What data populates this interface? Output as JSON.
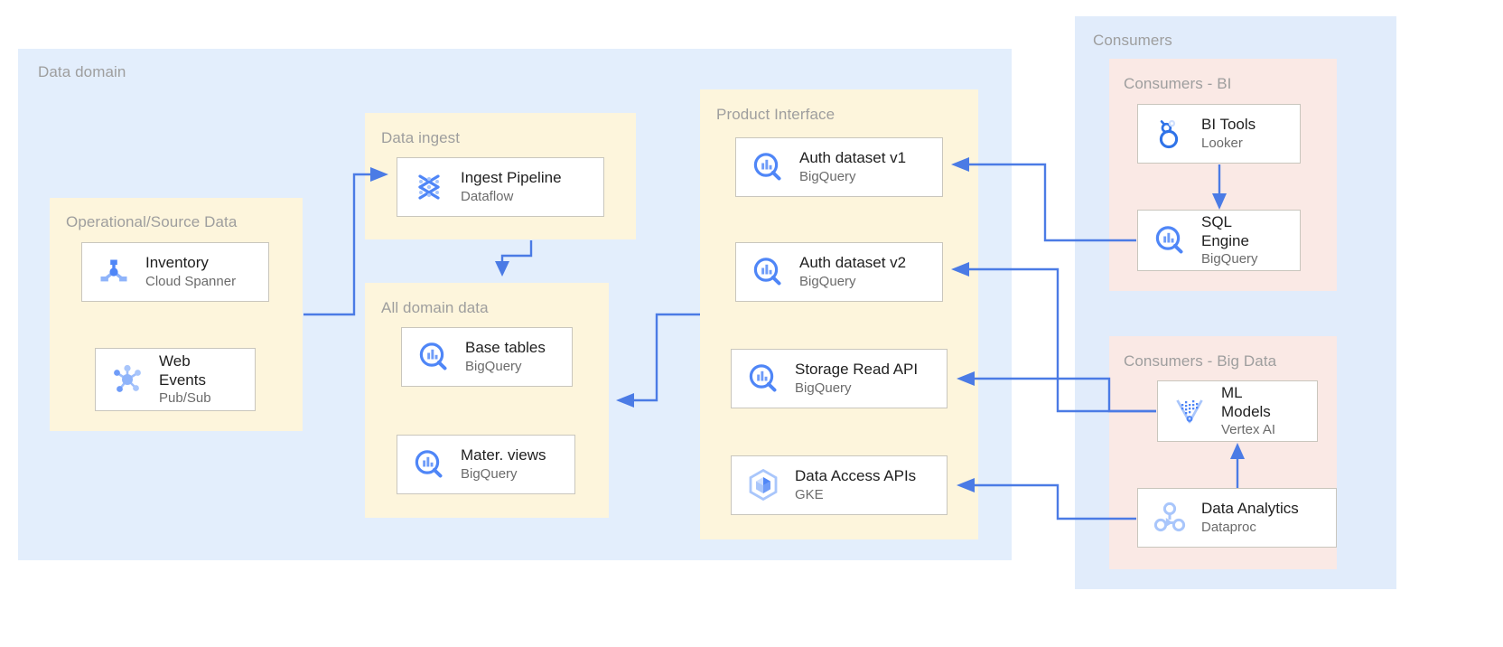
{
  "diagram": {
    "title_hidden": "",
    "colors": {
      "domain_bg": "#e3eefc",
      "consumers_bg": "#e1ecfb",
      "subgroup_yellow": "#fdf5dc",
      "subgroup_pink": "#fae9e5",
      "arrow": "#4b7be5",
      "node_border": "#c9c6bd",
      "group_label": "#9e9e9e",
      "node_title": "#1f1f1f",
      "node_sub": "#6b6b6b"
    },
    "groups": [
      {
        "id": "data-domain",
        "label": "Data domain"
      },
      {
        "id": "operational",
        "label": "Operational/Source Data"
      },
      {
        "id": "data-ingest",
        "label": "Data ingest"
      },
      {
        "id": "all-domain-data",
        "label": "All domain data"
      },
      {
        "id": "product-interface",
        "label": "Product Interface"
      },
      {
        "id": "consumers",
        "label": "Consumers"
      },
      {
        "id": "consumers-bi",
        "label": "Consumers - BI"
      },
      {
        "id": "consumers-bigdata",
        "label": "Consumers - Big Data"
      }
    ],
    "nodes": {
      "inventory": {
        "title": "Inventory",
        "sub": "Cloud Spanner",
        "icon": "cloud-spanner-icon"
      },
      "web_events": {
        "title": "Web\nEvents",
        "sub": "Pub/Sub",
        "icon": "pubsub-icon"
      },
      "ingest_pipeline": {
        "title": "Ingest Pipeline",
        "sub": "Dataflow",
        "icon": "dataflow-icon"
      },
      "base_tables": {
        "title": "Base tables",
        "sub": "BigQuery",
        "icon": "bigquery-icon"
      },
      "mater_views": {
        "title": "Mater. views",
        "sub": "BigQuery",
        "icon": "bigquery-icon"
      },
      "auth_v1": {
        "title": "Auth dataset v1",
        "sub": "BigQuery",
        "icon": "bigquery-icon"
      },
      "auth_v2": {
        "title": "Auth dataset v2",
        "sub": "BigQuery",
        "icon": "bigquery-icon"
      },
      "storage_read": {
        "title": "Storage Read API",
        "sub": "BigQuery",
        "icon": "bigquery-icon"
      },
      "data_access": {
        "title": "Data Access APIs",
        "sub": "GKE",
        "icon": "gke-icon"
      },
      "bi_tools": {
        "title": "BI Tools",
        "sub": "Looker",
        "icon": "looker-icon"
      },
      "sql_engine": {
        "title": "SQL\nEngine",
        "sub": "BigQuery",
        "icon": "bigquery-icon"
      },
      "ml_models": {
        "title": "ML\nModels",
        "sub": "Vertex AI",
        "icon": "vertex-ai-icon"
      },
      "data_analytics": {
        "title": "Data Analytics",
        "sub": "Dataproc",
        "icon": "dataproc-icon"
      }
    },
    "connections": [
      {
        "from": "operational",
        "to": "ingest_pipeline",
        "style": "orthogonal"
      },
      {
        "from": "ingest_pipeline",
        "to": "all-domain-data",
        "style": "orthogonal"
      },
      {
        "from": "product-interface",
        "to": "all-domain-data",
        "style": "orthogonal"
      },
      {
        "from": "sql_engine",
        "to": "auth_v1",
        "style": "orthogonal"
      },
      {
        "from": "bi_tools",
        "to": "sql_engine",
        "style": "straight"
      },
      {
        "from": "ml_models",
        "to": "auth_v2",
        "style": "orthogonal"
      },
      {
        "from": "ml_models",
        "to": "storage_read",
        "style": "orthogonal"
      },
      {
        "from": "data_analytics",
        "to": "data_access",
        "style": "orthogonal"
      },
      {
        "from": "data_analytics",
        "to": "ml_models",
        "style": "straight"
      }
    ]
  }
}
